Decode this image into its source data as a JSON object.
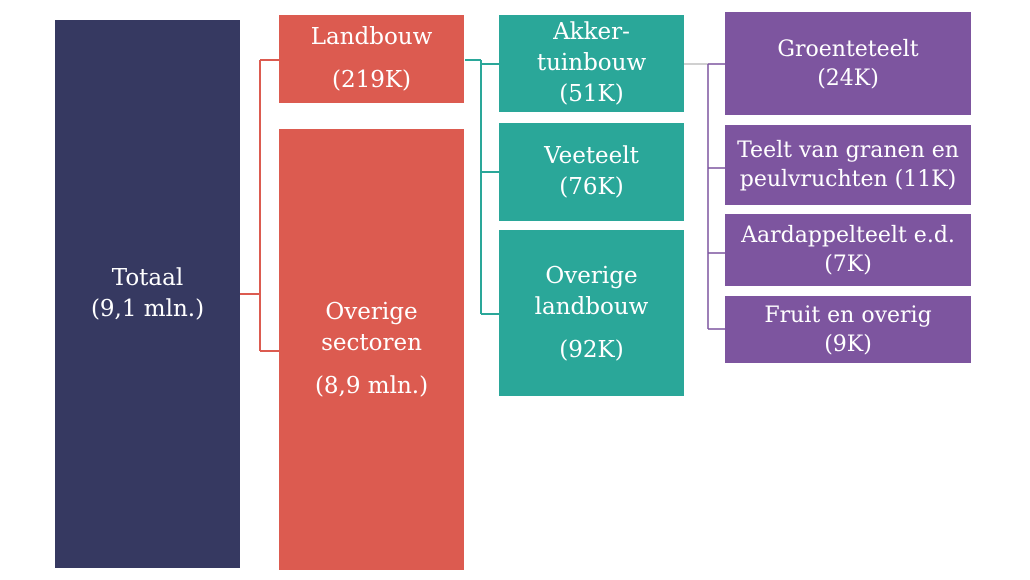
{
  "nodes": {
    "totaal": {
      "label": "Totaal",
      "value": "(9,1 mln.)",
      "color": "#363961"
    },
    "landbouw": {
      "label": "Landbouw",
      "value": "(219K)",
      "color": "#dc5b50"
    },
    "overige_sectoren": {
      "label_line1": "Overige",
      "label_line2": "sectoren",
      "value": "(8,9 mln.)",
      "color": "#dc5b50"
    },
    "akker": {
      "label_line1": "Akker-",
      "label_line2": "tuinbouw",
      "value": "(51K)",
      "color": "#2aa799"
    },
    "veeteelt": {
      "label": "Veeteelt",
      "value": "(76K)",
      "color": "#2aa799"
    },
    "overige_landbouw": {
      "label_line1": "Overige",
      "label_line2": "landbouw",
      "value": "(92K)",
      "color": "#2aa799"
    },
    "groenteteelt": {
      "label": "Groenteteelt",
      "value": "(24K)",
      "color": "#7d559f"
    },
    "granen": {
      "label_line1": "Teelt van granen en",
      "label_line2": "peulvruchten (11K)",
      "color": "#7d559f"
    },
    "aardappel": {
      "label": "Aardappelteelt e.d.",
      "value": "(7K)",
      "color": "#7d559f"
    },
    "fruit": {
      "label": "Fruit en overig",
      "value": "(9K)",
      "color": "#7d559f"
    }
  }
}
